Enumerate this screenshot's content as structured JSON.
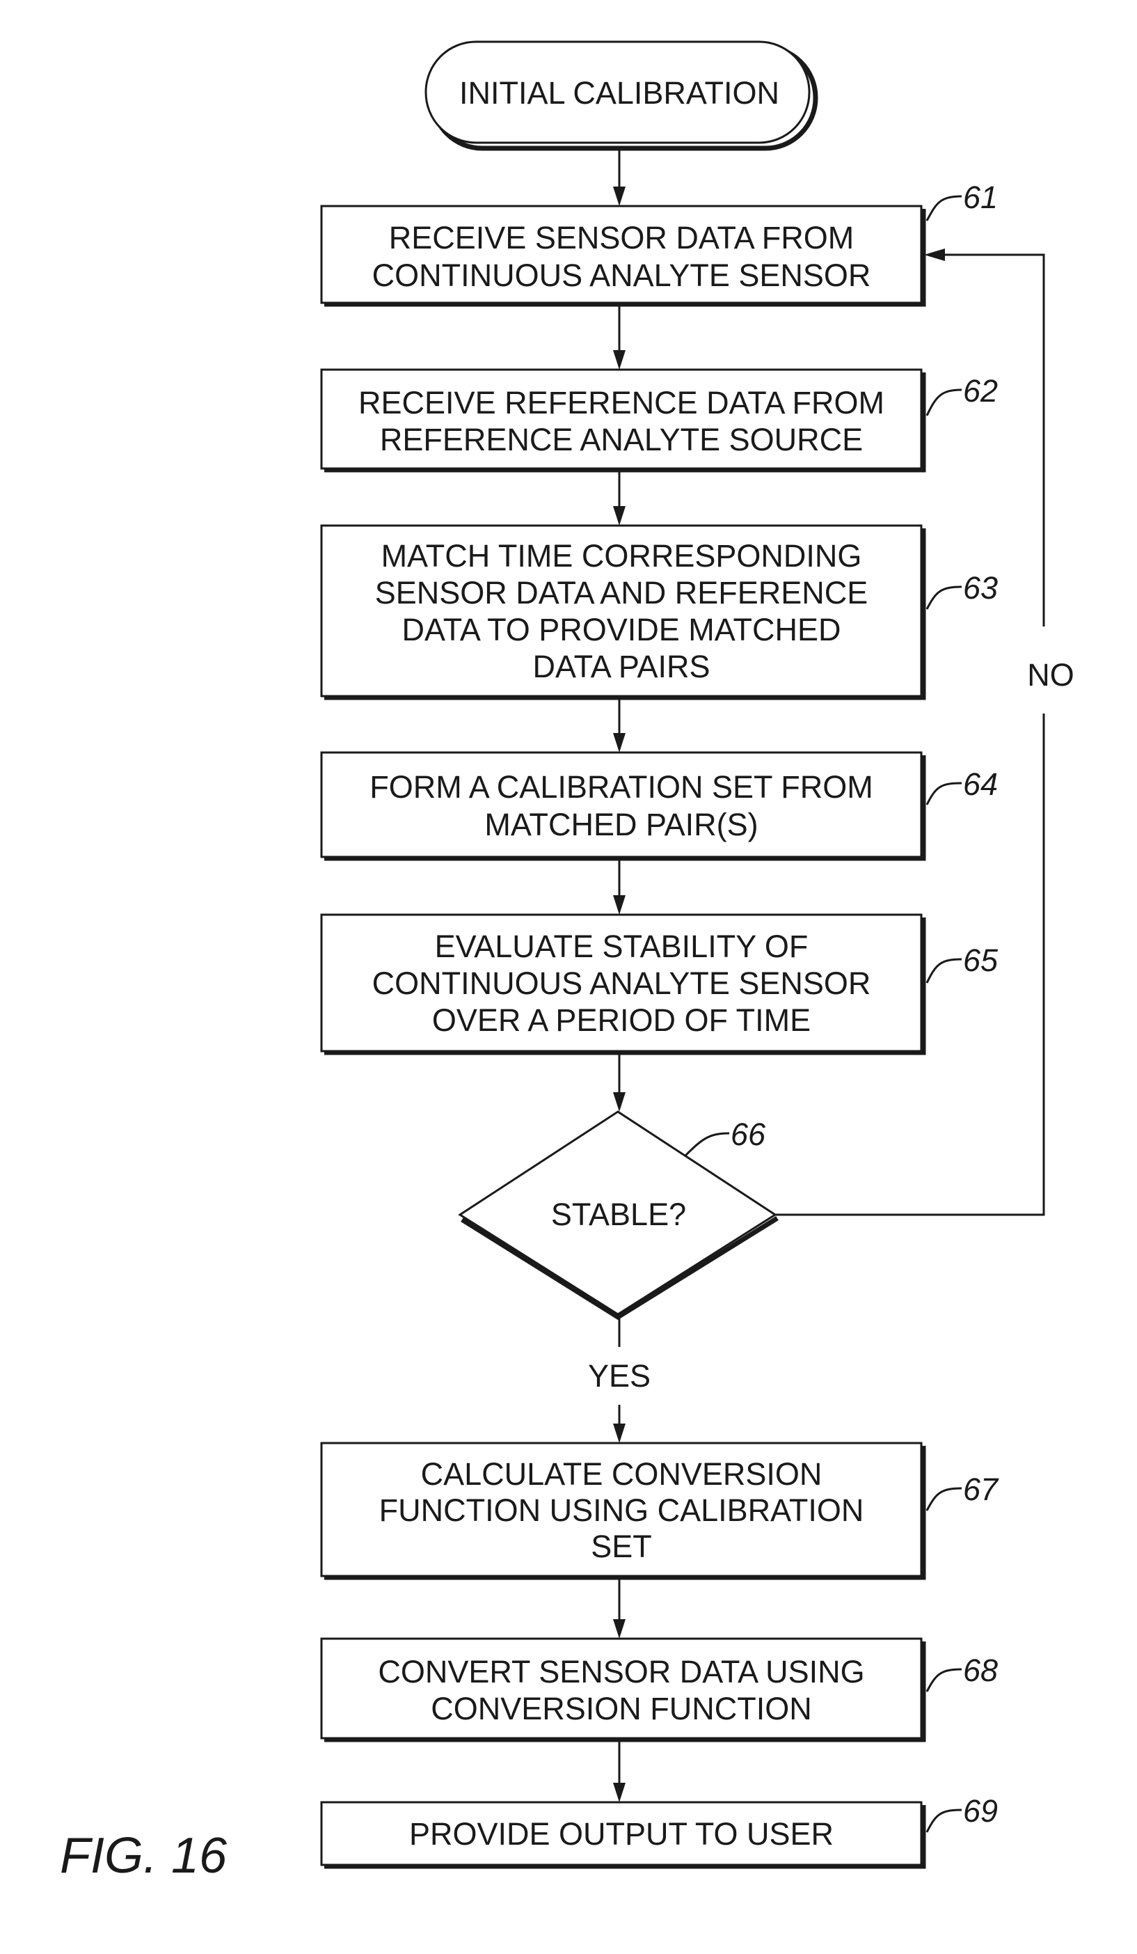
{
  "diagram": {
    "start": {
      "label": "INITIAL CALIBRATION"
    },
    "steps": [
      {
        "ref": "61",
        "lines": [
          "RECEIVE SENSOR DATA FROM",
          "CONTINUOUS ANALYTE SENSOR"
        ]
      },
      {
        "ref": "62",
        "lines": [
          "RECEIVE REFERENCE DATA FROM",
          "REFERENCE ANALYTE SOURCE"
        ]
      },
      {
        "ref": "63",
        "lines": [
          "MATCH TIME CORRESPONDING",
          "SENSOR DATA AND REFERENCE",
          "DATA TO PROVIDE MATCHED",
          "DATA PAIRS"
        ]
      },
      {
        "ref": "64",
        "lines": [
          "FORM A CALIBRATION SET FROM",
          "MATCHED PAIR(S)"
        ]
      },
      {
        "ref": "65",
        "lines": [
          "EVALUATE STABILITY OF",
          "CONTINUOUS ANALYTE SENSOR",
          "OVER A PERIOD OF TIME"
        ]
      }
    ],
    "decision": {
      "ref": "66",
      "label": "STABLE?",
      "yes_label": "YES",
      "no_label": "NO"
    },
    "after_steps": [
      {
        "ref": "67",
        "lines": [
          "CALCULATE CONVERSION",
          "FUNCTION USING CALIBRATION",
          "SET"
        ]
      },
      {
        "ref": "68",
        "lines": [
          "CONVERT SENSOR DATA USING",
          "CONVERSION FUNCTION"
        ]
      },
      {
        "ref": "69",
        "lines": [
          "PROVIDE OUTPUT TO USER"
        ]
      }
    ],
    "figure_label": "FIG. 16"
  }
}
